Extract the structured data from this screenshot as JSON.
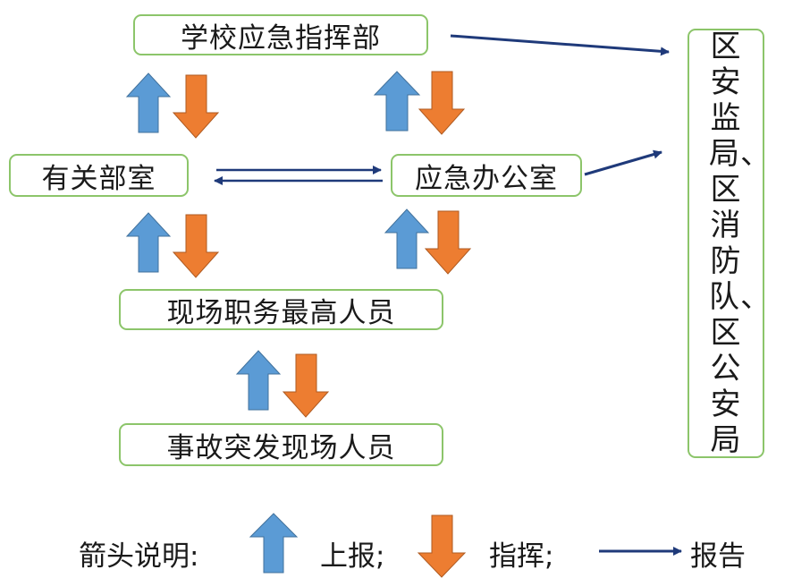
{
  "nodes": {
    "hq": "学校应急指挥部",
    "related": "有关部室",
    "emergency_office": "应急办公室",
    "site_top": "现场职务最高人员",
    "accident_site": "事故突发现场人员",
    "external": "区安监局、区消防队、区公安局"
  },
  "legend": {
    "title": "箭头说明:",
    "up_label": "上报;",
    "command_label": "指挥;",
    "report_label": "报告"
  },
  "colors": {
    "up_arrow": "#5b9bd5",
    "command_arrow": "#ed7d31",
    "report_arrow": "#1f3a7a",
    "box_border": "#8cc56a"
  }
}
